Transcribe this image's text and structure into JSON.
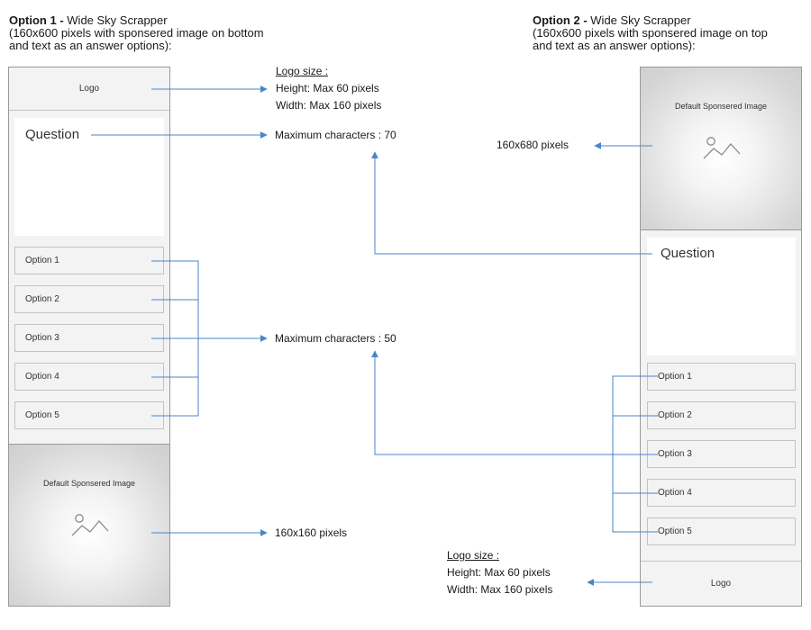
{
  "option1": {
    "heading_bold": "Option 1 -",
    "heading_rest": " Wide Sky Scrapper",
    "subtitle_line1": "(160x600 pixels with sponsered image on bottom",
    "subtitle_line2": "and text as an answer options):",
    "logo": "Logo",
    "question": "Question",
    "options": [
      "Option 1",
      "Option 2",
      "Option 3",
      "Option 4",
      "Option 5"
    ],
    "sponsor_label": "Default Sponsered Image"
  },
  "option2": {
    "heading_bold": "Option 2 -",
    "heading_rest": " Wide Sky Scrapper",
    "subtitle_line1": "(160x600 pixels with sponsered image on top",
    "subtitle_line2": "and text as an answer options):",
    "logo": "Logo",
    "question": "Question",
    "options": [
      "Option 1",
      "Option 2",
      "Option 3",
      "Option 4",
      "Option 5"
    ],
    "sponsor_label": "Default Sponsered Image"
  },
  "annotations": {
    "logo_size_title": "Logo size :",
    "logo_height": "Height: Max 60 pixels",
    "logo_width": "Width: Max 160 pixels",
    "question_max": "Maximum characters : 70",
    "options_max": "Maximum characters : 50",
    "sponsor_size_1": "160x160 pixels",
    "sponsor_size_2": "160x680 pixels"
  },
  "colors": {
    "arrow": "#4a86c8",
    "panel_border": "#9a9a9a",
    "box_fill": "#f3f3f3"
  }
}
